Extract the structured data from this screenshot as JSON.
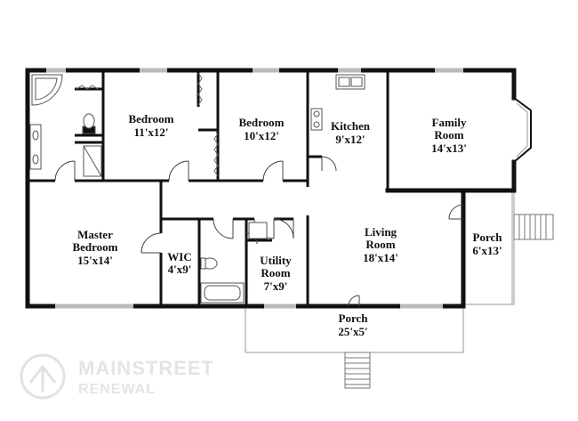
{
  "rooms": {
    "bedroom_a": {
      "name": "Bedroom",
      "size": "11'x12'"
    },
    "bedroom_b": {
      "name": "Bedroom",
      "size": "10'x12'"
    },
    "kitchen": {
      "name": "Kitchen",
      "size": "9'x12'"
    },
    "family_room": {
      "name": "Family",
      "name2": "Room",
      "size": "14'x13'"
    },
    "master_bedroom": {
      "name": "Master",
      "name2": "Bedroom",
      "size": "15'x14'"
    },
    "wic": {
      "name": "WIC",
      "size": "4'x9'"
    },
    "utility_room": {
      "name": "Utility",
      "name2": "Room",
      "size": "7'x9'"
    },
    "living_room": {
      "name": "Living",
      "name2": "Room",
      "size": "18'x14'"
    },
    "porch_side": {
      "name": "Porch",
      "size": "6'x13'"
    },
    "porch_front": {
      "name": "Porch",
      "size": "25'x5'"
    }
  },
  "watermark": {
    "line1": "MAINSTREET",
    "line2": "RENEWAL"
  },
  "colors": {
    "wall": "#111111",
    "window": "#bbbbbb",
    "fixture": "#555555",
    "watermark": "#e4e4e4"
  }
}
